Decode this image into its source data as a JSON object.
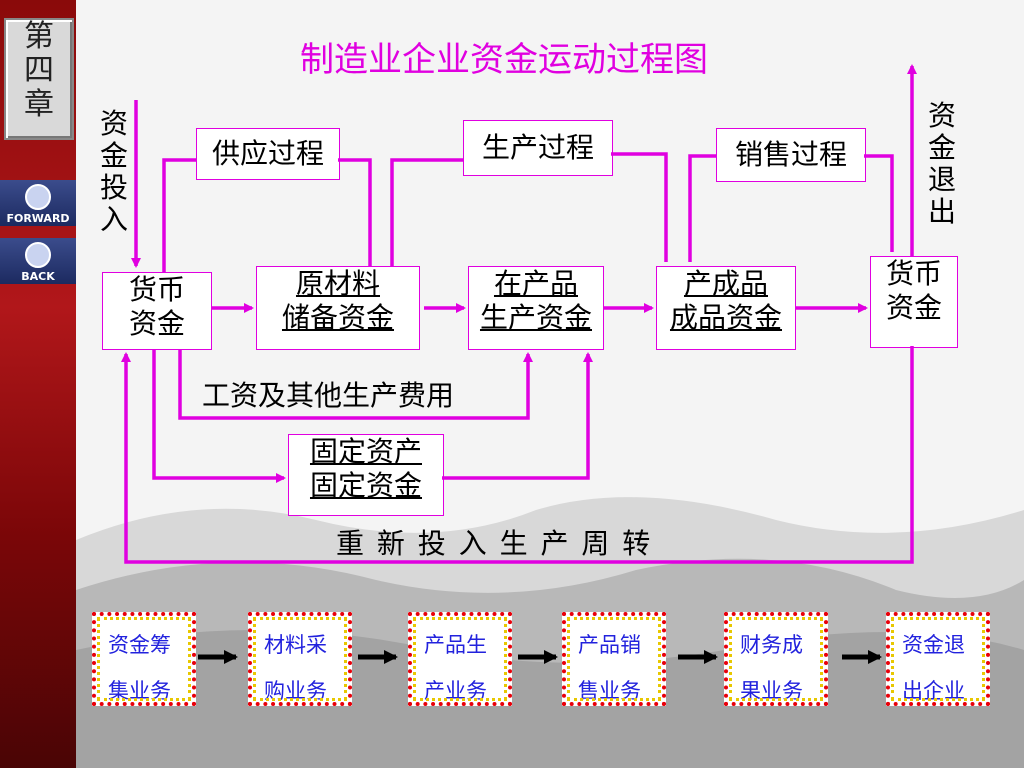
{
  "chapter_label": "第四章",
  "nav": {
    "forward": "FORWARD",
    "back": "BACK"
  },
  "title": "制造业企业资金运动过程图",
  "side_in": "资金投入",
  "side_out": "资金退出",
  "process": {
    "supply": "供应过程",
    "production": "生产过程",
    "sales": "销售过程"
  },
  "funds": {
    "money_in": [
      "货币",
      "资金"
    ],
    "materials": [
      "原材料",
      "储备资金"
    ],
    "wip": [
      "在产品",
      "生产资金"
    ],
    "finished": [
      "产成品",
      "成品资金"
    ],
    "money_out": [
      "货币",
      "资金"
    ],
    "fixed": [
      "固定资产",
      "固定资金"
    ]
  },
  "wages_label": "工资及其他生产费用",
  "reinvest_label": "重 新 投 入 生 产 周 转",
  "business_chain": [
    [
      "资金筹",
      "集业务"
    ],
    [
      "材料采",
      "购业务"
    ],
    [
      "产品生",
      "产业务"
    ],
    [
      "产品销",
      "售业务"
    ],
    [
      "财务成",
      "果业务"
    ],
    [
      "资金退",
      "出企业"
    ]
  ],
  "colors": {
    "accent": "#e000e0",
    "blue_text": "#2222dd",
    "border_red": "#e8000a",
    "border_yellow": "#e8c800",
    "sidebar_red": "#b1171a"
  }
}
